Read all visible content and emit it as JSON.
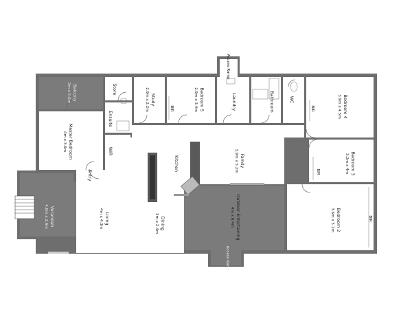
{
  "rooms": {
    "balcony": {
      "name": "Balcony",
      "size": "2m x 5.6m"
    },
    "store": {
      "name": "Store"
    },
    "study": {
      "name": "Study",
      "size": "2.9m x 2.2m"
    },
    "bedroom5": {
      "name": "Bedroom 5",
      "size": "2.9m x 3.4m"
    },
    "bir_b5": {
      "name": "BIR"
    },
    "laundry": {
      "name": "Laundry"
    },
    "bathroom": {
      "name": "Bathroom"
    },
    "wc": {
      "name": "WC"
    },
    "bedroom4": {
      "name": "Bedroom 4",
      "size": "3.9m x 4.5m"
    },
    "bir_b4": {
      "name": "BIR"
    },
    "ensuite": {
      "name": "Ensuite"
    },
    "master": {
      "name": "Master Bedroom",
      "size": "4m x 3.6m"
    },
    "wir": {
      "name": "WIR"
    },
    "family": {
      "name": "Family",
      "size": "3.9m x 5.2m"
    },
    "kitchen": {
      "name": "Kitchen"
    },
    "bedroom3": {
      "name": "Bedroom 3",
      "size": "3.2m x 4m"
    },
    "bir_b3": {
      "name": "BIR"
    },
    "entry": {
      "name": "Entry"
    },
    "veranda": {
      "name": "Verandah",
      "size": "4.8m x 2.6m"
    },
    "living": {
      "name": "Living",
      "size": "4m x 4.3m"
    },
    "dining": {
      "name": "Dining",
      "size": "3m x 2.4m"
    },
    "outdoor": {
      "name": "Outdoor Entertaining",
      "size": "4m x 6.4m"
    },
    "bedroom2": {
      "name": "Bedroom 2",
      "size": "3.6m x 5.1m"
    },
    "bir_b2": {
      "name": "BIR"
    }
  },
  "ramps": {
    "top": "Access Ramp",
    "bottom": "Access Ramp"
  }
}
